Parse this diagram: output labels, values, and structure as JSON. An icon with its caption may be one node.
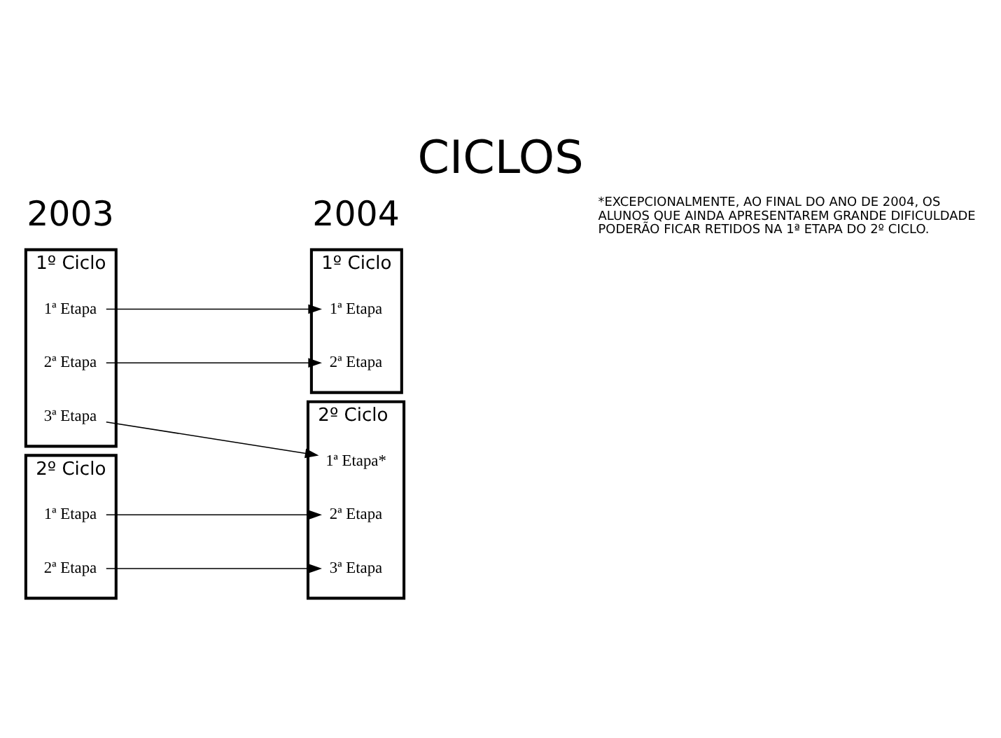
{
  "diagram": {
    "title": "CICLOS",
    "caption": "*EXCEPCIONALMENTE, AO FINAL DO ANO DE 2004, OS ALUNOS QUE AINDA APRESENTAREM GRANDE DIFICULDADE PODERÃO FICAR RETIDOS NA 1ª ETAPA DO 2º CICLO.",
    "nodes": [
      {
        "text": [],
        "shape": "box",
        "beside": [
          "1º",
          "Ciclo"
        ]
      },
      {
        "text": [
          "1ª Etapa"
        ],
        "in": 0
      },
      {
        "text": [
          "2ª Etapa"
        ],
        "in": 0
      },
      {
        "text": [
          "3ª Etapa"
        ],
        "in": 0
      },
      {
        "text": [],
        "shape": "box",
        "beside": [
          "2º",
          "Ciclo"
        ]
      },
      {
        "text": [
          "1ª Etapa"
        ],
        "in": 4
      },
      {
        "text": [
          "2ª Etapa"
        ],
        "in": 4
      },
      {
        "text": [],
        "shape": "box",
        "beside": [
          "1º",
          "Ciclo"
        ]
      },
      {
        "text": [
          "1ª Etapa"
        ],
        "in": 7
      },
      {
        "text": [
          "2ª Etapa"
        ],
        "in": 7
      },
      {
        "text": [],
        "shape": "box",
        "beside": [
          "2º",
          "Ciclo"
        ]
      },
      {
        "text": [
          "1ª Etapa*"
        ],
        "in": 10
      },
      {
        "text": [
          "2ª Etapa"
        ],
        "in": 10
      },
      {
        "text": [
          "3ª Etapa"
        ],
        "in": 10
      }
    ],
    "edges": [
      {
        "from": 1,
        "to": 8,
        "arrow": "to"
      },
      {
        "from": 2,
        "to": 9,
        "arrow": "to"
      },
      {
        "from": 3,
        "to": 11,
        "arrow": "to"
      },
      {
        "from": 5,
        "to": 12,
        "arrow": "to"
      },
      {
        "from": 6,
        "to": 13,
        "arrow": "to"
      }
    ],
    "labels": [
      "2003",
      "2004"
    ]
  }
}
